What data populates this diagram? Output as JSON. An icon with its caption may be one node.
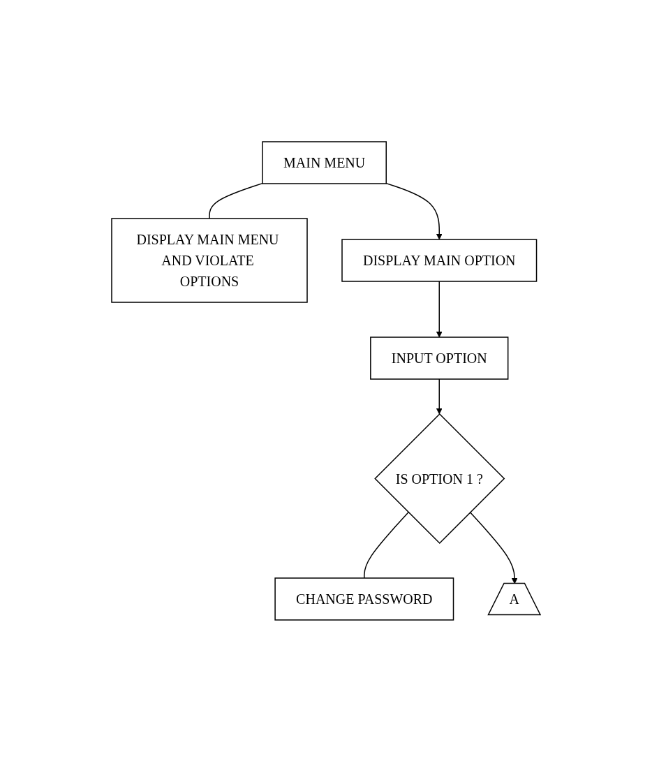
{
  "diagram": {
    "nodes": [
      {
        "text": [
          "MAIN MENU"
        ]
      },
      {
        "text": [
          "DISPLAY MAIN MENU AND VIOLATE OPTIONS"
        ]
      },
      {
        "text": [
          "DISPLAY MAIN OPTION"
        ]
      },
      {
        "text": [
          "INPUT OPTION"
        ]
      },
      {
        "text": [
          "IS OPTION 1 ?"
        ]
      },
      {
        "text": [
          "CHANGE PASSWORD"
        ]
      },
      {
        "text": [
          "A"
        ]
      }
    ],
    "edges": [
      {
        "from": 0,
        "to": 1,
        "arrow": "none"
      },
      {
        "from": 0,
        "to": 2,
        "arrow": "to"
      },
      {
        "from": 2,
        "to": 3,
        "arrow": "to"
      },
      {
        "from": 3,
        "to": 4,
        "arrow": "to"
      },
      {
        "from": 4,
        "to": 5,
        "arrow": "none"
      },
      {
        "from": 4,
        "to": 6,
        "arrow": "to"
      }
    ]
  }
}
